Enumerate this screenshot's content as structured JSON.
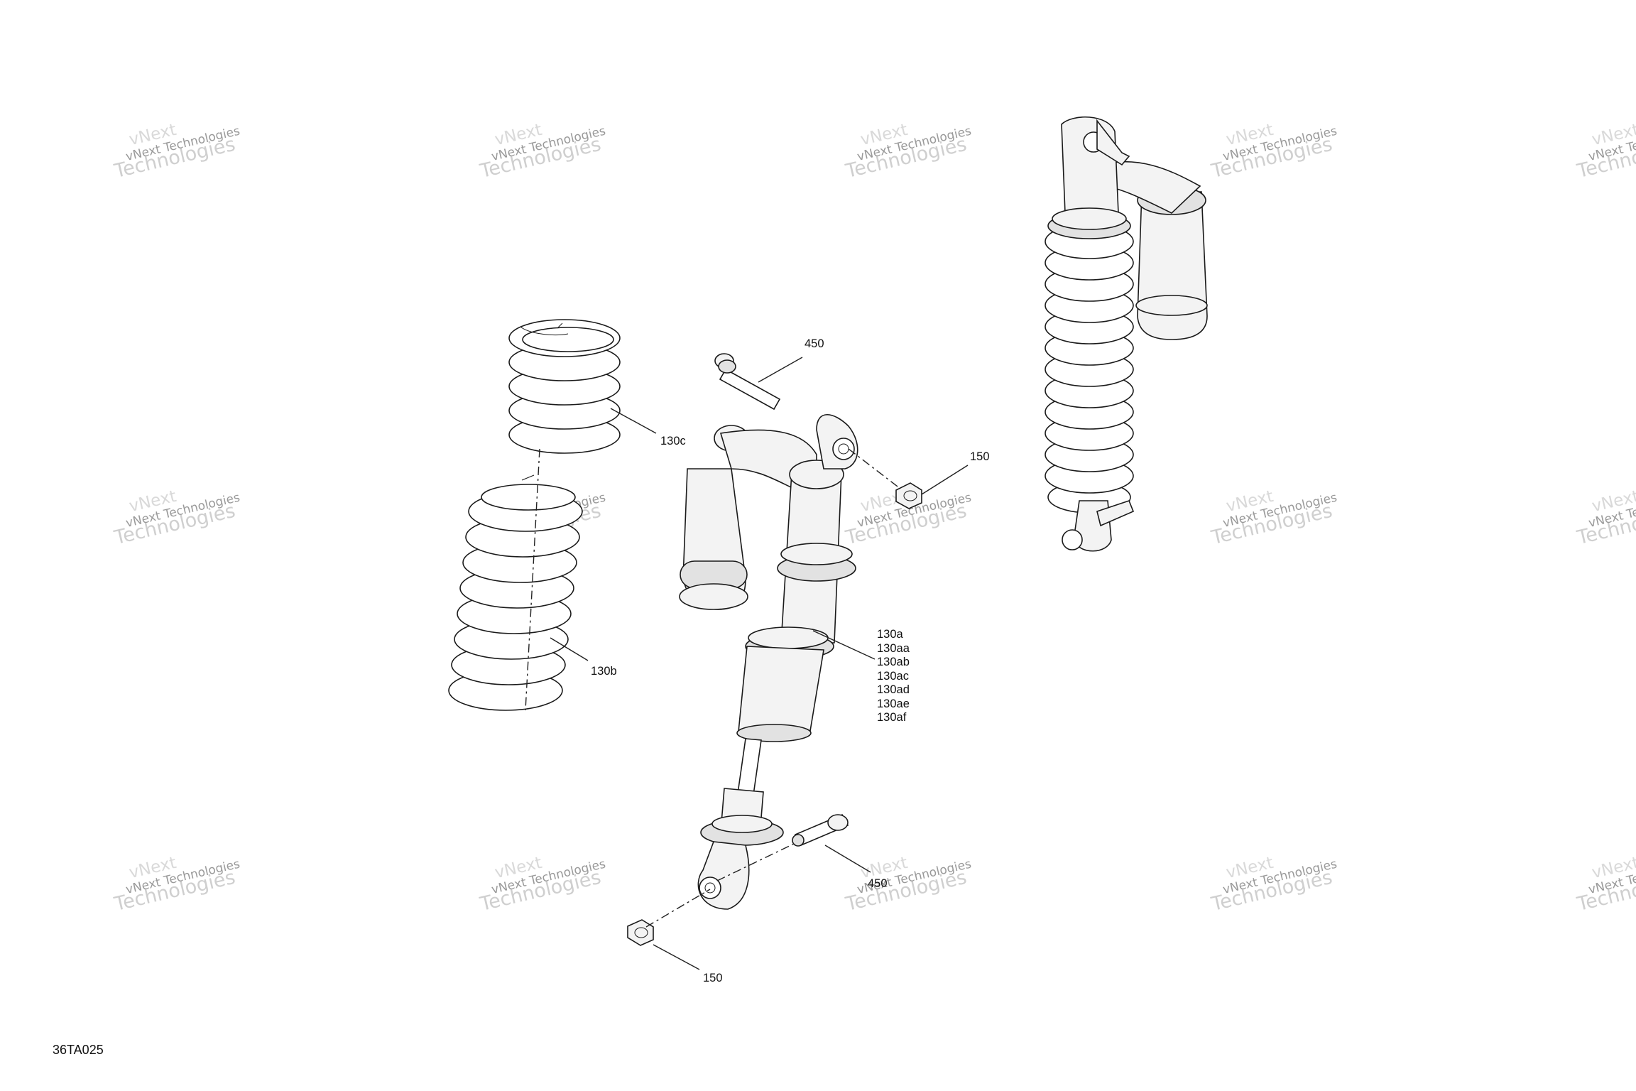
{
  "figure_code": "36TA025",
  "watermark": {
    "line_small": "vNext Technologies",
    "line_large": "Technologies",
    "line_top": "vNext"
  },
  "callouts": {
    "spring_upper": "130c",
    "spring_lower": "130b",
    "bolt_upper": "450",
    "bolt_lower": "450",
    "nut_upper": "150",
    "nut_lower": "150",
    "shock_variants": [
      "130a",
      "130aa",
      "130ab",
      "130ac",
      "130ad",
      "130ae",
      "130af"
    ]
  }
}
